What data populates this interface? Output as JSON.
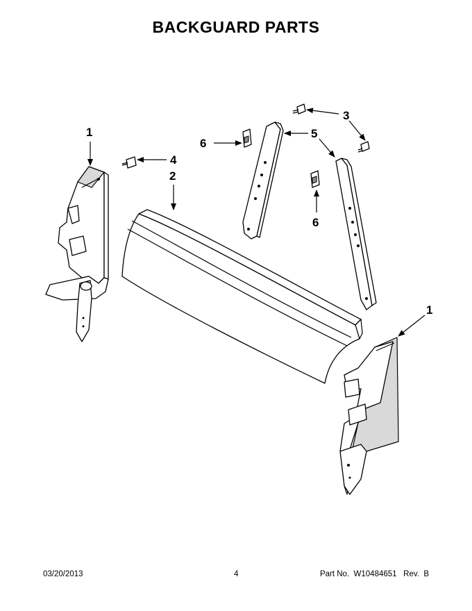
{
  "page": {
    "title": "BACKGUARD PARTS"
  },
  "callouts": {
    "end_cap_left": "1",
    "end_cap_right": "1",
    "backguard": "2",
    "screw_top": "3",
    "screw_left": "4",
    "bracket_left": "6",
    "bracket_right": "6",
    "support": "5"
  },
  "footer": {
    "date": "03/20/2013",
    "page_number": "4",
    "part_number": "Part No.  W10484651   Rev.  B"
  }
}
